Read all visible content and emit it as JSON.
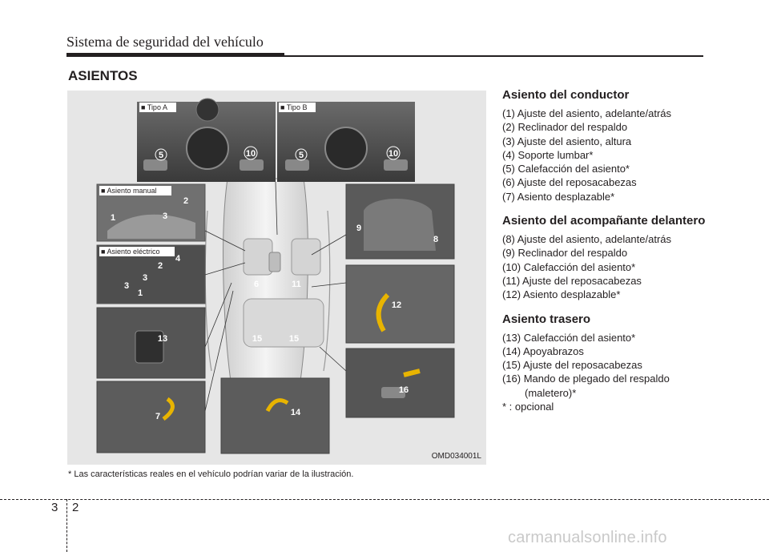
{
  "header": {
    "title": "Sistema de seguridad del vehículo"
  },
  "section": {
    "title": "ASIENTOS"
  },
  "figure": {
    "code": "OMD034001L",
    "labels": {
      "tipo_a": "■ Tipo A",
      "tipo_b": "■ Tipo B",
      "manual": "■ Asiento manual",
      "electrico": "■ Asiento eléctrico"
    },
    "numbers": [
      "5",
      "10",
      "5",
      "10",
      "2",
      "1",
      "3",
      "2",
      "4",
      "3",
      "3",
      "1",
      "13",
      "7",
      "6",
      "11",
      "15",
      "15",
      "14",
      "9",
      "8",
      "12",
      "16"
    ]
  },
  "footnote": "* Las características reales en el vehículo podrían variar de la ilustración.",
  "groups": [
    {
      "title": "Asiento del conductor",
      "items": [
        "(1) Ajuste del asiento, adelante/atrás",
        "(2) Reclinador del respaldo",
        "(3) Ajuste del asiento, altura",
        "(4) Soporte lumbar*",
        "(5) Calefacción del asiento*",
        "(6) Ajuste del reposacabezas",
        "(7) Asiento desplazable*"
      ]
    },
    {
      "title": "Asiento del acompañante delantero",
      "items": [
        "(8) Ajuste del asiento, adelante/atrás",
        "(9) Reclinador del respaldo",
        "(10) Calefacción del asiento*",
        "(11) Ajuste del reposacabezas",
        "(12) Asiento desplazable*"
      ]
    },
    {
      "title": "Asiento trasero",
      "items": [
        "(13) Calefacción del asiento*",
        "(14) Apoyabrazos",
        "(15) Ajuste del reposacabezas",
        "(16) Mando de plegado del respaldo",
        "(maletero)*"
      ],
      "note": "* : opcional"
    }
  ],
  "page": {
    "section": "3",
    "number": "2"
  },
  "watermark": "carmanualsonline.info"
}
